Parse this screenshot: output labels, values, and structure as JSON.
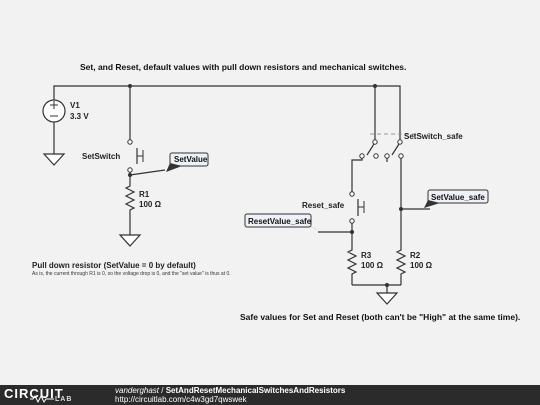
{
  "diagram": {
    "title": "Set, and Reset, default values with pull down resistors and mechanical switches.",
    "note_heading": "Pull down resistor (SetValue = 0 by default)",
    "note_detail": "As is, the current through R1 is 0, so the voltage drop is 0, and the \"set value\" is thus at 0.",
    "safe_caption": "Safe values for Set and Reset (both can't be \"High\" at the same time).",
    "components": {
      "v1_name": "V1",
      "v1_value": "3.3 V",
      "setswitch": "SetSwitch",
      "r1_name": "R1",
      "r1_value": "100 Ω",
      "setswitch_safe": "SetSwitch_safe",
      "reset_safe": "Reset_safe",
      "r3_name": "R3",
      "r3_value": "100 Ω",
      "r2_name": "R2",
      "r2_value": "100 Ω"
    },
    "node_labels": {
      "setvalue": "SetValue",
      "setvalue_safe": "SetValue_safe",
      "resetvalue_safe": "ResetValue_safe"
    }
  },
  "footer": {
    "brand": "CIRCUIT",
    "brand_sub": "LAB",
    "author": "vanderghast",
    "separator": " / ",
    "circuit_name": "SetAndResetMechanicalSwitchesAndResistors",
    "url": "http://circuitlab.com/c4w3gd7qwswek"
  }
}
